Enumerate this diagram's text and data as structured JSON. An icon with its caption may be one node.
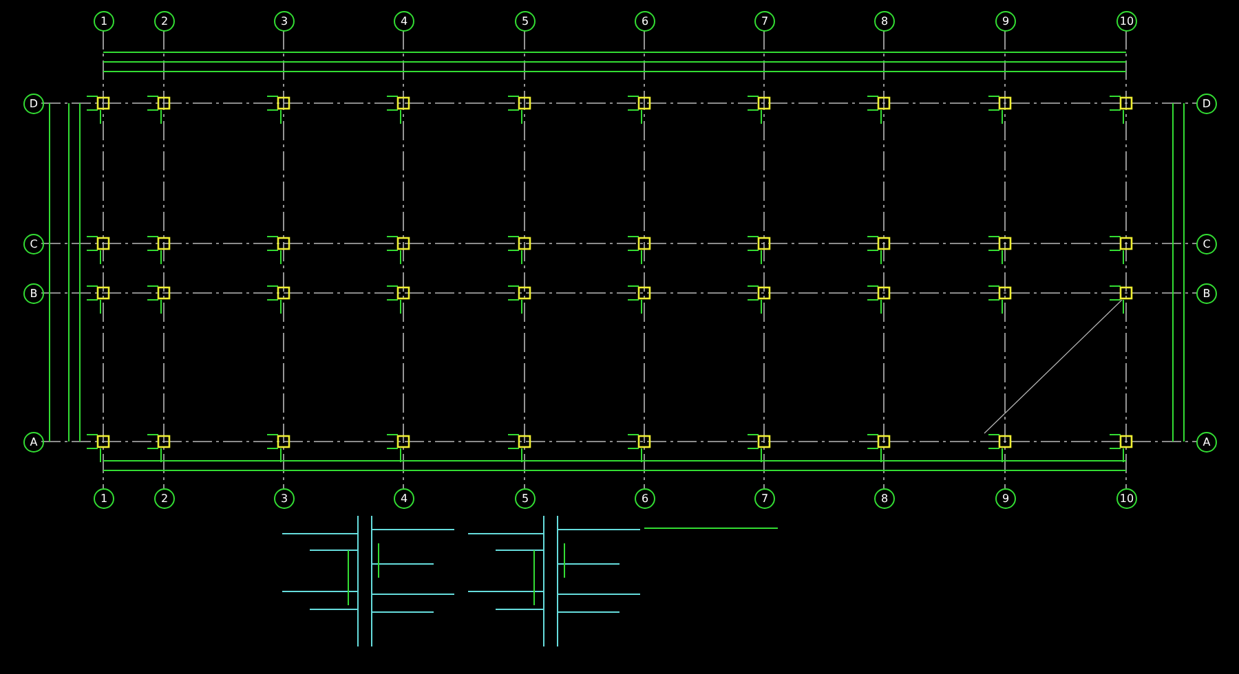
{
  "diagram": {
    "labels": [
      "1",
      "2",
      "3",
      "4",
      "5",
      "6",
      "7",
      "8",
      "9",
      "10",
      "D",
      "D",
      "C",
      "C",
      "B",
      "B",
      "A",
      "A",
      "1",
      "2",
      "3",
      "4",
      "5",
      "6",
      "7",
      "8",
      "9",
      "10"
    ]
  }
}
